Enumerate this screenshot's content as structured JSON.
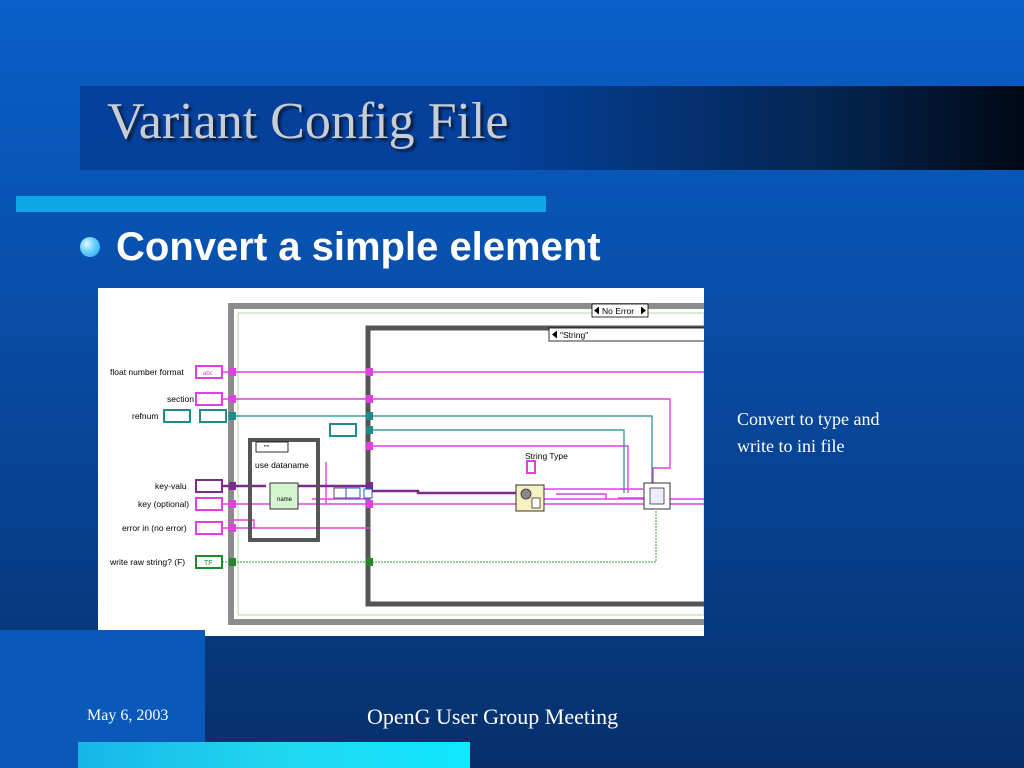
{
  "slide": {
    "title": "Variant Config File",
    "bullet": "Convert a simple element",
    "caption_line1": "Convert to type and",
    "caption_line2": "write to ini file"
  },
  "footer": {
    "date": "May 6, 2003",
    "title": "OpenG User Group Meeting"
  },
  "diagram": {
    "case_outer": "No Error",
    "case_inner": "\"String\"",
    "inputs": {
      "float_number_format": "float number format",
      "section": "section",
      "refnum": "refnum",
      "key_valu": "key-valu",
      "key_optional": "key (optional)",
      "error_in": "error in (no error)",
      "write_raw_string": "write raw string? (F)"
    },
    "terminals": {
      "abc": "abc",
      "tf": "TF",
      "empty_string": "\"\"",
      "name": "name"
    },
    "subvi_use_dataname": "use dataname",
    "string_type_label": "String Type"
  },
  "colors": {
    "string_wire": "#e040e0",
    "refnum_wire": "#1e8a8a",
    "bool_wire": "#1f8a2a",
    "structure": "#8c8c8c",
    "case_frame": "#555555"
  }
}
